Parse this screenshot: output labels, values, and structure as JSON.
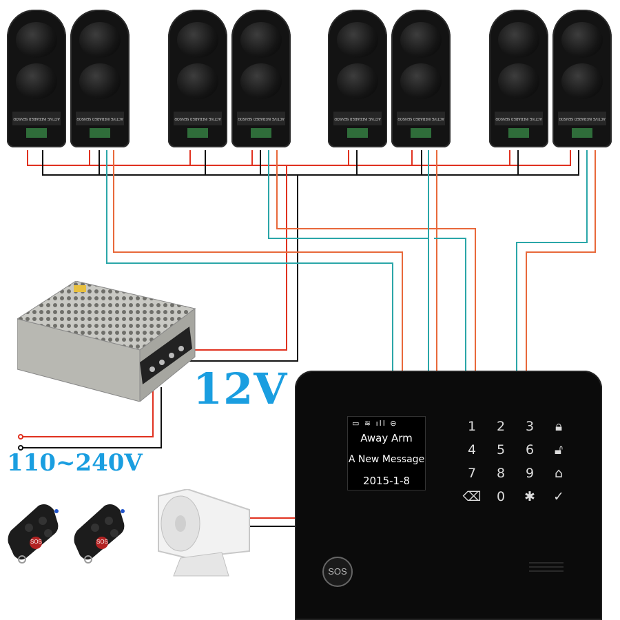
{
  "labels": {
    "dc_voltage": "12V",
    "ac_voltage": "110~240V"
  },
  "sensors": [
    {
      "plate_text": "ACTIVE INFRARED SENSOR"
    },
    {
      "plate_text": "ACTIVE INFRARED SENSOR"
    },
    {
      "plate_text": "ACTIVE INFRARED SENSOR"
    },
    {
      "plate_text": "ACTIVE INFRARED SENSOR"
    },
    {
      "plate_text": "ACTIVE INFRARED SENSOR"
    },
    {
      "plate_text": "ACTIVE INFRARED SENSOR"
    },
    {
      "plate_text": "ACTIVE INFRARED SENSOR"
    },
    {
      "plate_text": "ACTIVE INFRARED SENSOR"
    }
  ],
  "alarm_panel": {
    "screen": {
      "mode": "Away Arm",
      "message": "A New Message",
      "date": "2015-1-8",
      "status_icons": [
        "battery-icon",
        "wifi-icon",
        "signal-icon",
        "disarm-icon"
      ]
    },
    "keypad": {
      "keys": [
        "1",
        "2",
        "3",
        "4",
        "5",
        "6",
        "7",
        "8",
        "9",
        "0"
      ]
    },
    "sos_label": "SOS"
  },
  "remotes": [
    {
      "sos_label": "SOS"
    },
    {
      "sos_label": "SOS"
    }
  ],
  "colors": {
    "wire_red": "#e0311f",
    "wire_black": "#111111",
    "wire_teal": "#2aa6a8",
    "wire_orange": "#e8683a",
    "label_blue": "#1a9ee0",
    "panel_black": "#0b0b0b"
  }
}
